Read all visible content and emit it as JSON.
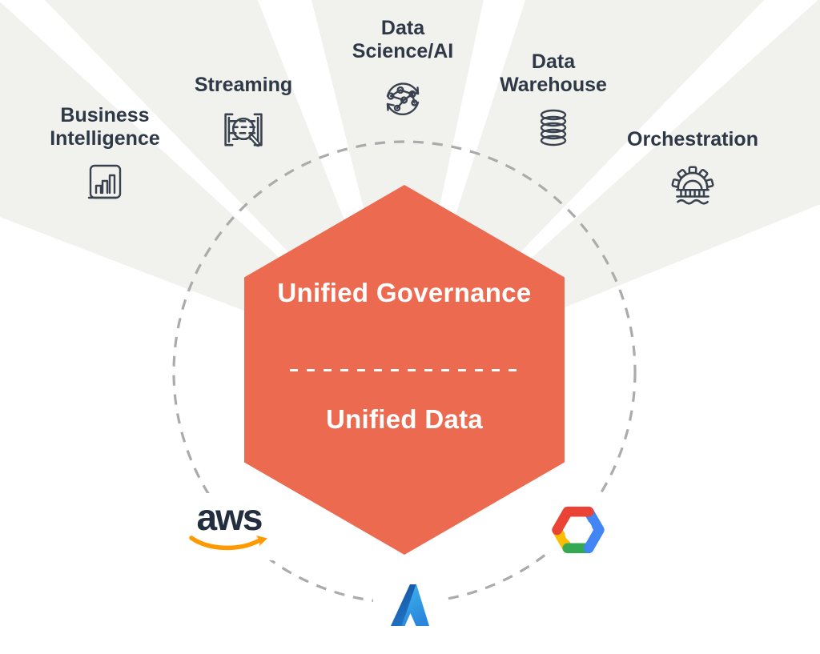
{
  "hexagon": {
    "top_label": "Unified Governance",
    "bottom_label": "Unified Data",
    "color": "#EC6A50"
  },
  "capabilities": [
    {
      "label": "Business Intelligence",
      "icon": "bar-chart-icon"
    },
    {
      "label": "Streaming",
      "icon": "stream-magnifier-icon"
    },
    {
      "label": "Data Science/AI",
      "icon": "network-cycle-icon"
    },
    {
      "label": "Data Warehouse",
      "icon": "database-icon"
    },
    {
      "label": "Orchestration",
      "icon": "gear-bridge-icon"
    }
  ],
  "cloud_providers": [
    {
      "name": "AWS",
      "logo": "aws-logo",
      "logo_text": "aws"
    },
    {
      "name": "Google Cloud",
      "logo": "google-cloud-logo"
    },
    {
      "name": "Microsoft Azure",
      "logo": "azure-logo"
    }
  ],
  "colors": {
    "hexagon": "#EC6A50",
    "hex_text": "#FFFFFF",
    "ray": "#F1F1EE",
    "dashed_circle": "#ABABAB",
    "label_text": "#2E3846",
    "icon_stroke": "#39424E",
    "aws_text": "#232F3E",
    "aws_smile": "#FF9900",
    "gcp_red": "#EA4335",
    "gcp_blue": "#4285F4",
    "gcp_green": "#34A853",
    "gcp_yellow": "#FBBC05",
    "azure_dark": "#11519E",
    "azure_light": "#3FBDF1"
  }
}
